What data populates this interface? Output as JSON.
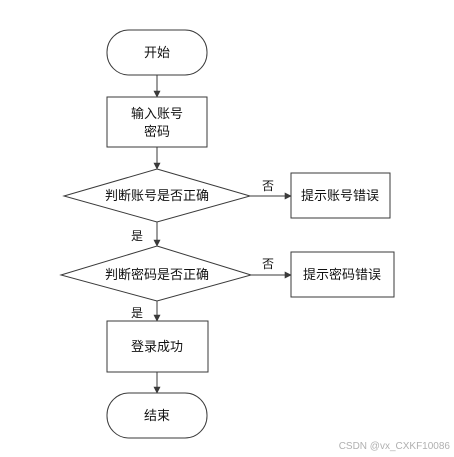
{
  "nodes": {
    "start": "开始",
    "input_line1": "输入账号",
    "input_line2": "密码",
    "check_account": "判断账号是否正确",
    "check_password": "判断密码是否正确",
    "error_account": "提示账号错误",
    "error_password": "提示密码错误",
    "success": "登录成功",
    "end": "结束"
  },
  "edges": {
    "yes": "是",
    "no": "否"
  },
  "watermark": "CSDN @vx_CXKF10086"
}
